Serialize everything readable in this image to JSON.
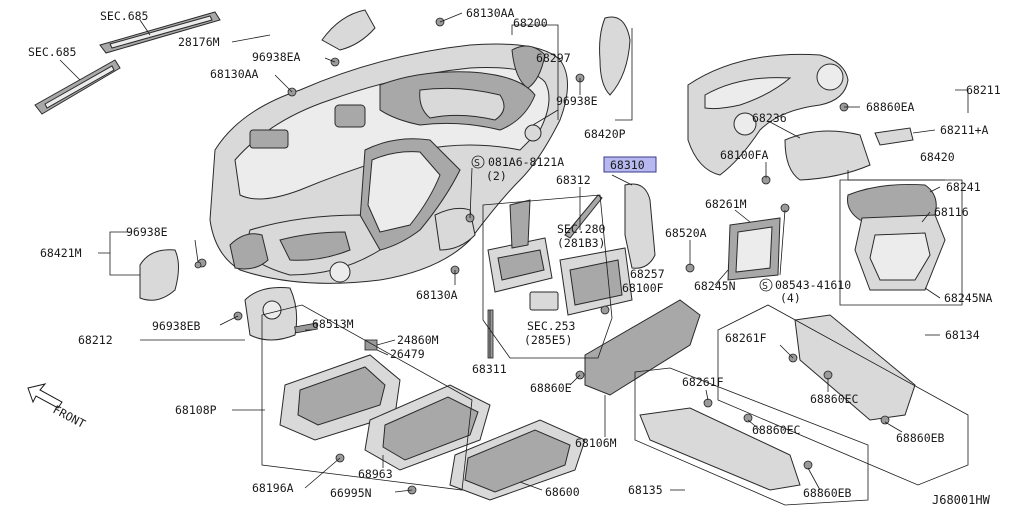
{
  "diagram": {
    "code": "J68001HW",
    "front_label": "FRONT",
    "highlight_color": "#b8b8f0",
    "labels": {
      "sec685_a": "SEC.685",
      "sec685_b": "SEC.685",
      "p68130AA_a": "68130AA",
      "p28176M": "28176M",
      "p96938EA": "96938EA",
      "p68130AA_b": "68130AA",
      "p68200": "68200",
      "p68297": "68297",
      "p96938E_a": "96938E",
      "p68420P": "68420P",
      "p081A6": "081A6-8121A",
      "p081A6_qty": "(2)",
      "p68310": "68310",
      "p68312": "68312",
      "sec280": "SEC.280",
      "sec280_sub": "(281B3)",
      "p68257": "68257",
      "p68100F": "68100F",
      "sec253": "SEC.253",
      "sec253_sub": "(285E5)",
      "p68130A": "68130A",
      "p68421M": "68421M",
      "p96938E_b": "96938E",
      "p68212": "68212",
      "p96938EB": "96938EB",
      "p68513M": "68513M",
      "p24860M": "24860M",
      "p26479": "26479",
      "p68311": "68311",
      "p68108P": "68108P",
      "p68963": "68963",
      "p68196A": "68196A",
      "p66995N": "66995N",
      "p68600": "68600",
      "p68860E": "68860E",
      "p68106M": "68106M",
      "p68211": "68211",
      "p68860EA": "68860EA",
      "p68236": "68236",
      "p68211A": "68211+A",
      "p68100FA": "68100FA",
      "p68420": "68420",
      "p68241": "68241",
      "p68116": "68116",
      "p68261M": "68261M",
      "p68520A": "68520A",
      "p68245N_a": "68245N",
      "p08543": "08543-41610",
      "p08543_qty": "(4)",
      "p68245NA": "68245NA",
      "p68134": "68134",
      "p68261F_a": "68261F",
      "p68860EC_a": "68860EC",
      "p68860EB_a": "68860EB",
      "p68261F_b": "68261F",
      "p68860EC_b": "68860EC",
      "p68135": "68135",
      "p68860EB_b": "68860EB"
    }
  }
}
